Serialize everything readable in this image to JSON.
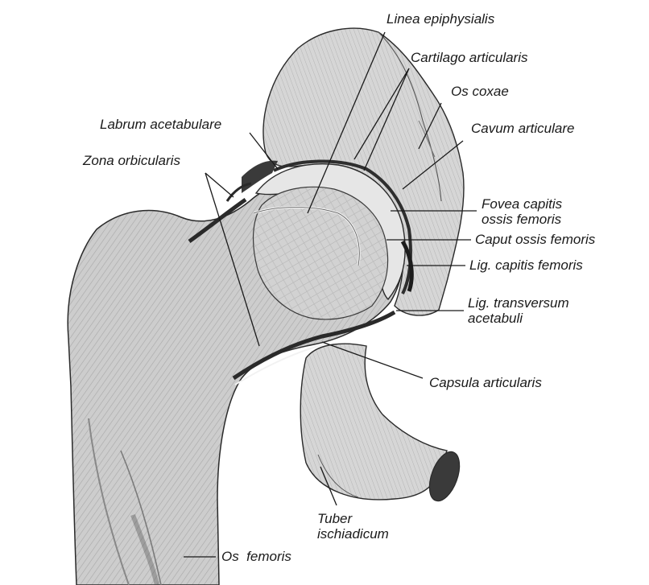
{
  "labels": {
    "linea_epiphysialis": "Linea epiphysialis",
    "cartilago_articularis": "Cartilago articularis",
    "os_coxae": "Os coxae",
    "labrum_acetabulare": "Labrum acetabulare",
    "cavum_articulare": "Cavum articulare",
    "zona_orbicularis": "Zona orbicularis",
    "fovea_capitis_1": "Fovea capitis",
    "fovea_capitis_2": "ossis femoris",
    "caput_ossis_femoris": "Caput ossis femoris",
    "lig_capitis_femoris": "Lig. capitis femoris",
    "lig_transversum_1": "Lig. transversum",
    "lig_transversum_2": "acetabuli",
    "capsula_articularis": "Capsula articularis",
    "tuber_ischiadicum_1": "Tuber",
    "tuber_ischiadicum_2": "ischiadicum",
    "os_femoris": "Os  femoris"
  },
  "colors": {
    "bone_fill": "#cfcfcf",
    "bone_dark": "#9a9a9a",
    "cartilage": "#e4e4e4",
    "outline": "#2a2a2a",
    "leader": "#1a1a1a"
  }
}
